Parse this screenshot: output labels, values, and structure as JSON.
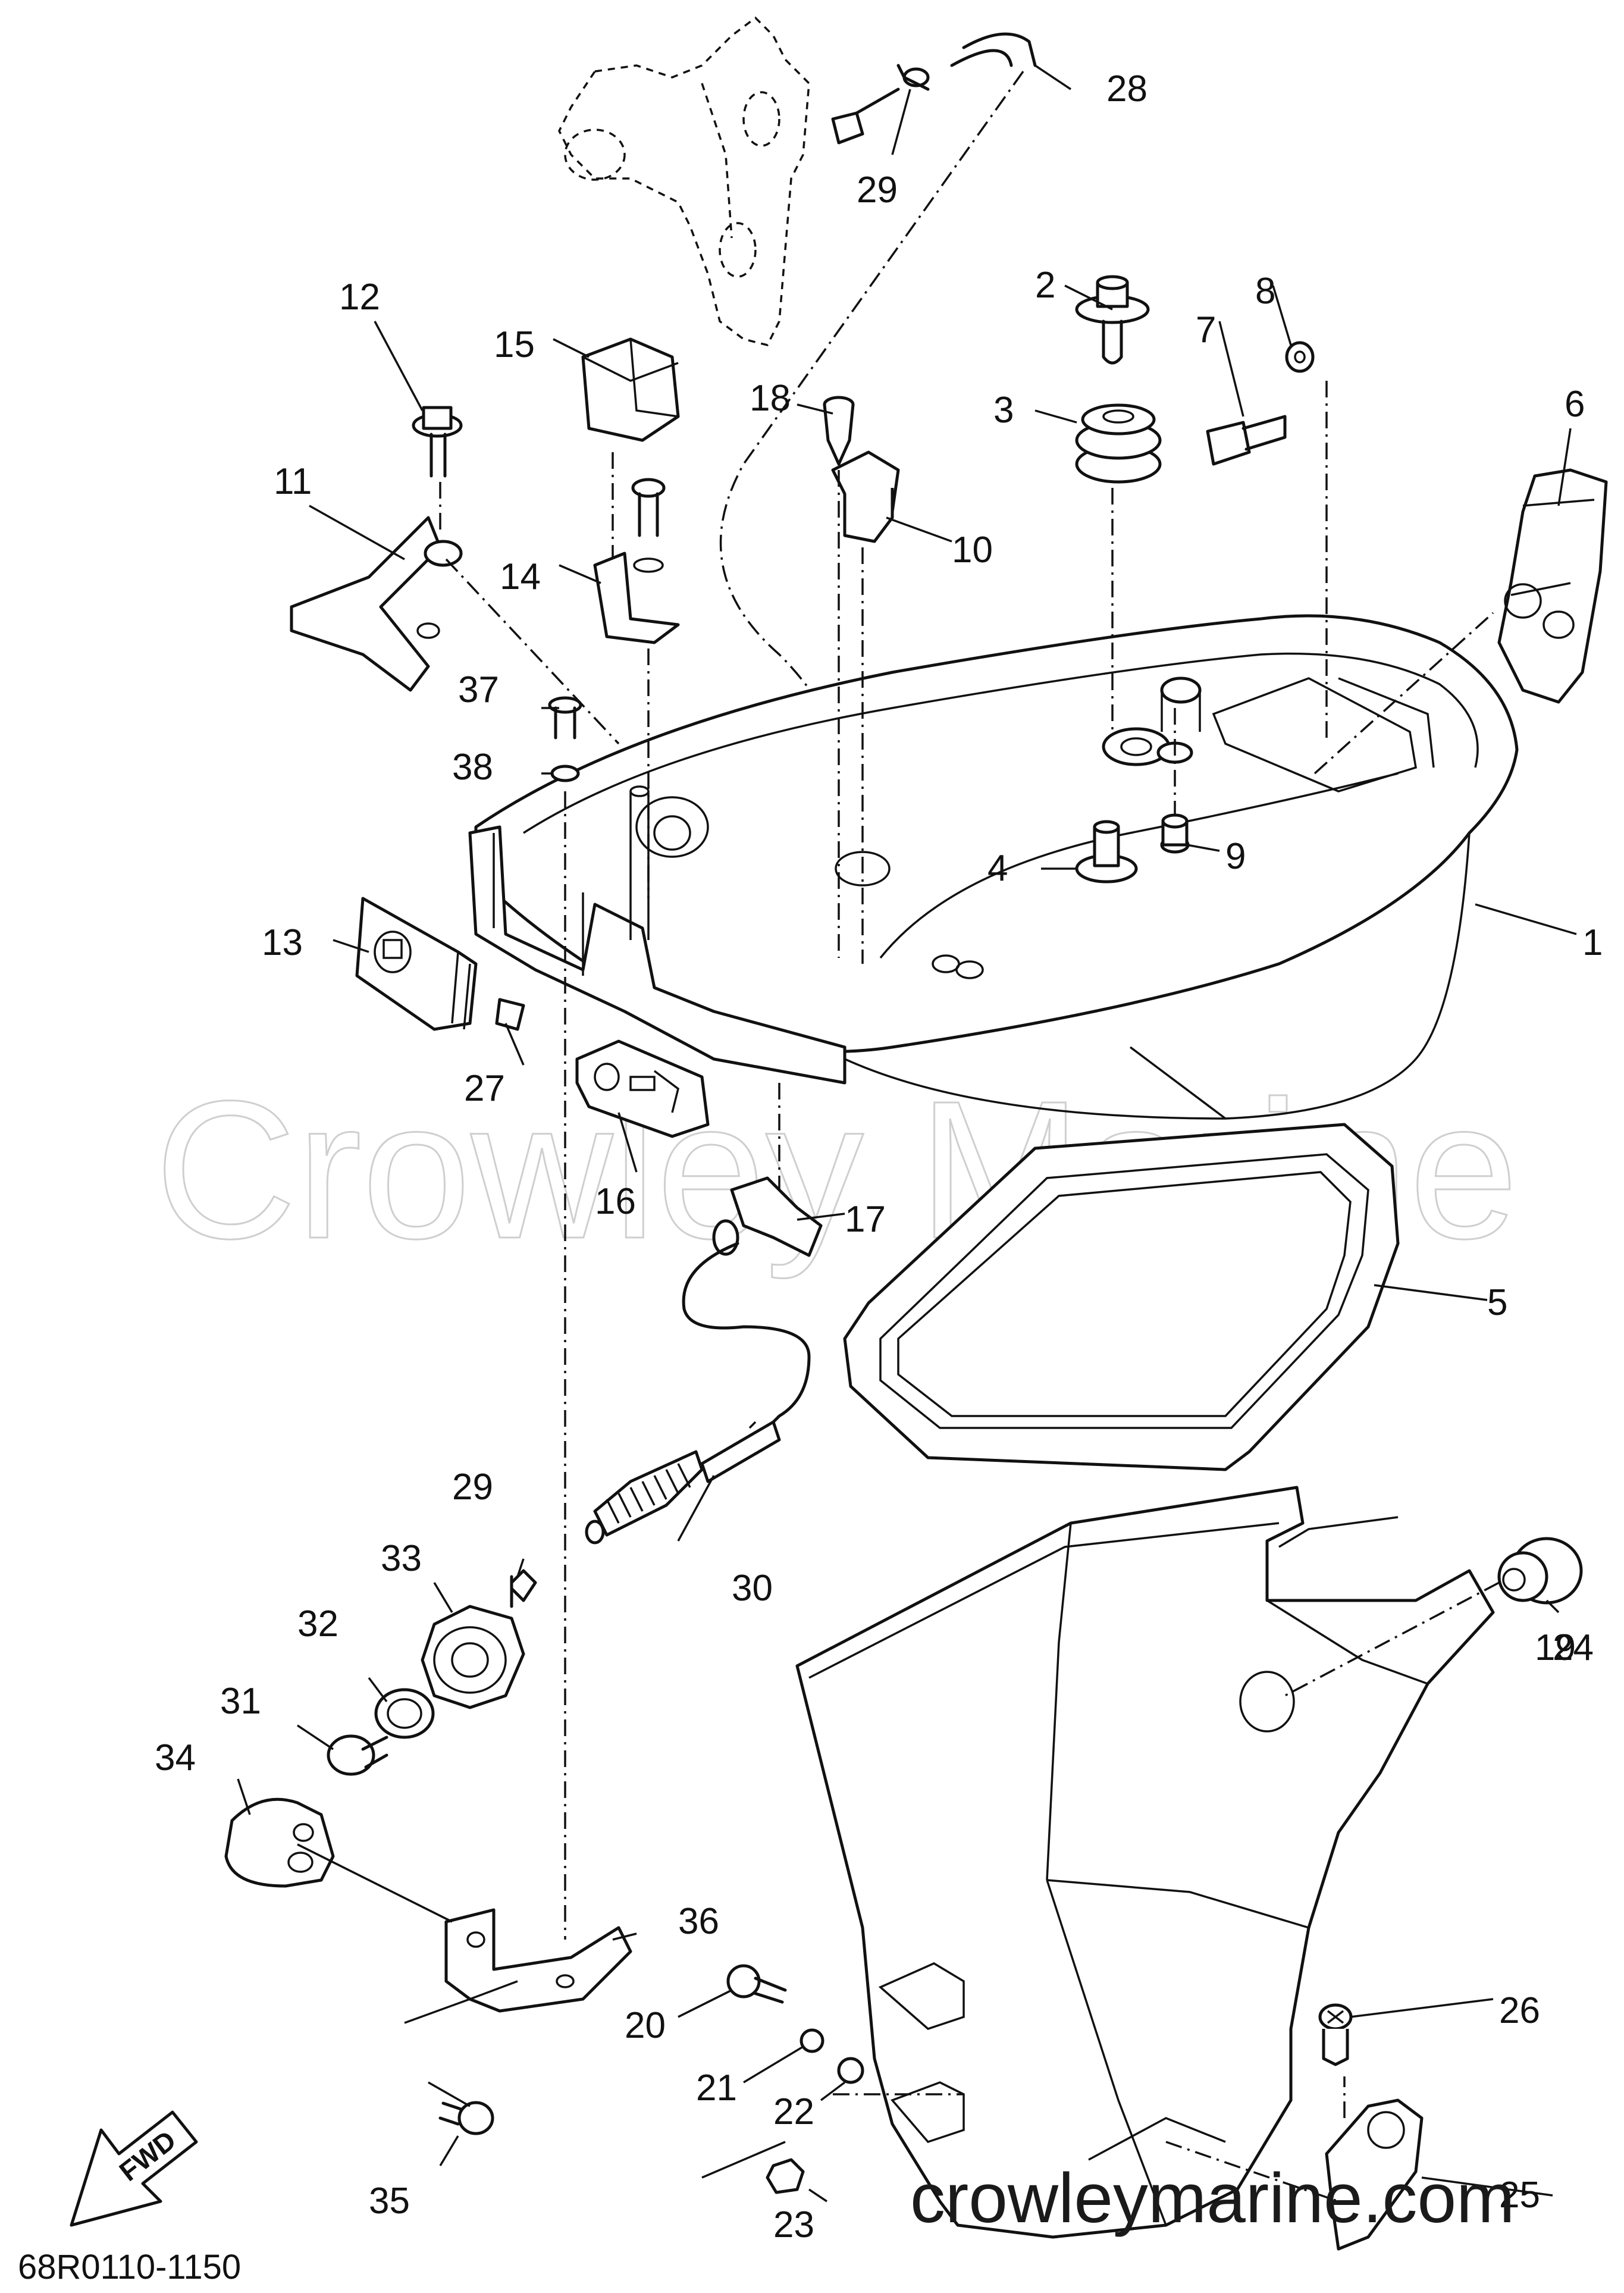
{
  "diagram_code": "68R0110-1150",
  "watermark": "Crowley Marine",
  "footer_site": "crowleymarine.com",
  "fwd_label": "FWD",
  "callouts": [
    "1",
    "2",
    "3",
    "4",
    "5",
    "6",
    "7",
    "8",
    "9",
    "10",
    "11",
    "12",
    "13",
    "14",
    "15",
    "16",
    "17",
    "18",
    "19",
    "20",
    "21",
    "22",
    "23",
    "24",
    "25",
    "26",
    "27",
    "28",
    "29",
    "29",
    "30",
    "31",
    "32",
    "33",
    "34",
    "35",
    "36",
    "37",
    "38"
  ]
}
